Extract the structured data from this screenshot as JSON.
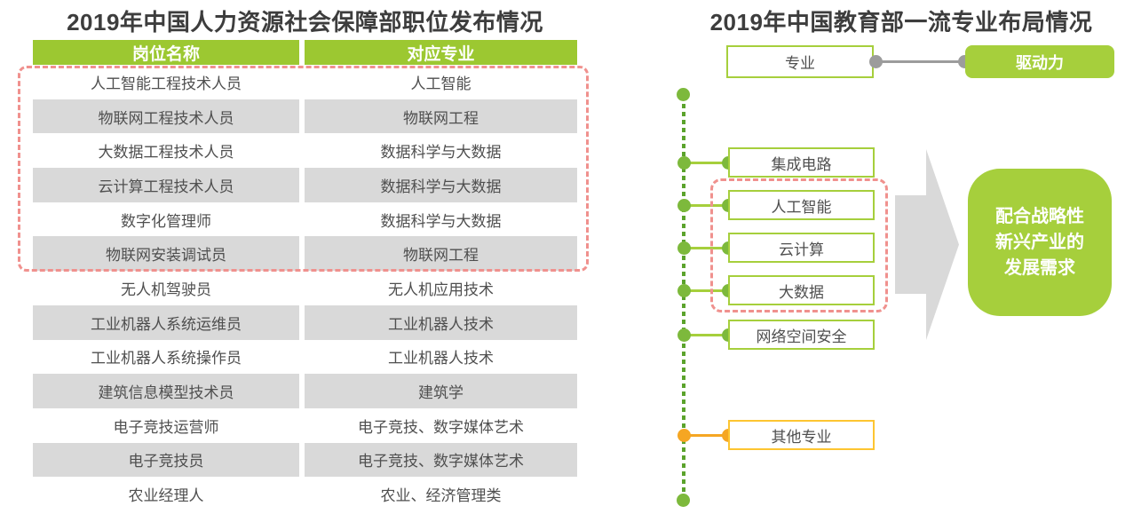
{
  "left_panel": {
    "title": "2019年中国人力资源社会保障部职位发布情况",
    "table": {
      "headers": [
        "岗位名称",
        "对应专业"
      ],
      "rows": [
        [
          "人工智能工程技术人员",
          "人工智能"
        ],
        [
          "物联网工程技术人员",
          "物联网工程"
        ],
        [
          "大数据工程技术人员",
          "数据科学与大数据"
        ],
        [
          "云计算工程技术人员",
          "数据科学与大数据"
        ],
        [
          "数字化管理师",
          "数据科学与大数据"
        ],
        [
          "物联网安装调试员",
          "物联网工程"
        ],
        [
          "无人机驾驶员",
          "无人机应用技术"
        ],
        [
          "工业机器人系统运维员",
          "工业机器人技术"
        ],
        [
          "工业机器人系统操作员",
          "工业机器人技术"
        ],
        [
          "建筑信息模型技术员",
          "建筑学"
        ],
        [
          "电子竞技运营师",
          "电子竞技、数字媒体艺术"
        ],
        [
          "电子竞技员",
          "电子竞技、数字媒体艺术"
        ],
        [
          "农业经理人",
          "农业、经济管理类"
        ]
      ],
      "highlighted_rows": [
        1,
        2,
        3,
        4,
        5,
        6
      ]
    }
  },
  "right_panel": {
    "title": "2019年中国教育部一流专业布局情况",
    "legend": {
      "major_label": "专业",
      "driver_label": "驱动力"
    },
    "majors": [
      "集成电路",
      "人工智能",
      "云计算",
      "大数据",
      "网络空间安全"
    ],
    "other_major": "其他专业",
    "highlighted_majors": [
      "人工智能",
      "云计算",
      "大数据"
    ],
    "goal_box": {
      "lines": [
        "配合战略性",
        "新兴产业的",
        "发展需求"
      ]
    }
  },
  "colors": {
    "accent_green": "#a6cf3c",
    "header_green": "#9cc831",
    "dotted_line_green": "#5ba32c",
    "node_green": "#7db93c",
    "node_orange": "#f5a623",
    "other_border_yellow": "#fdc531",
    "highlight_pink": "#f0918e",
    "row_gray": "#d9d9d9",
    "arrow_gray": "#d9d9d9",
    "connector_gray": "#9c9c9c",
    "text_dark": "#4f4f4f"
  }
}
